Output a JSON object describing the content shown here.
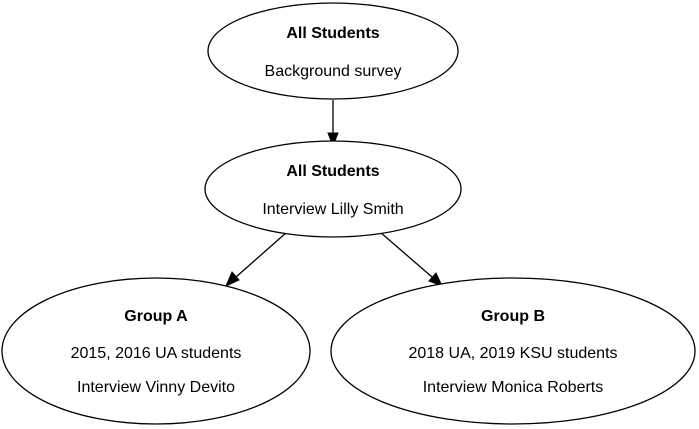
{
  "nodes": [
    {
      "id": "survey",
      "title": "All Students",
      "lines": [
        "Background survey"
      ]
    },
    {
      "id": "interview-all",
      "title": "All Students",
      "lines": [
        "Interview Lilly Smith"
      ]
    },
    {
      "id": "group-a",
      "title": "Group A",
      "lines": [
        "2015, 2016 UA students",
        "Interview Vinny Devito"
      ]
    },
    {
      "id": "group-b",
      "title": "Group B",
      "lines": [
        "2018 UA, 2019 KSU students",
        "Interview Monica Roberts"
      ]
    }
  ],
  "edges": [
    {
      "from": "survey",
      "to": "interview-all"
    },
    {
      "from": "interview-all",
      "to": "group-a"
    },
    {
      "from": "interview-all",
      "to": "group-b"
    }
  ],
  "colors": {
    "stroke": "#000000",
    "fill": "#ffffff",
    "text": "#000000"
  }
}
